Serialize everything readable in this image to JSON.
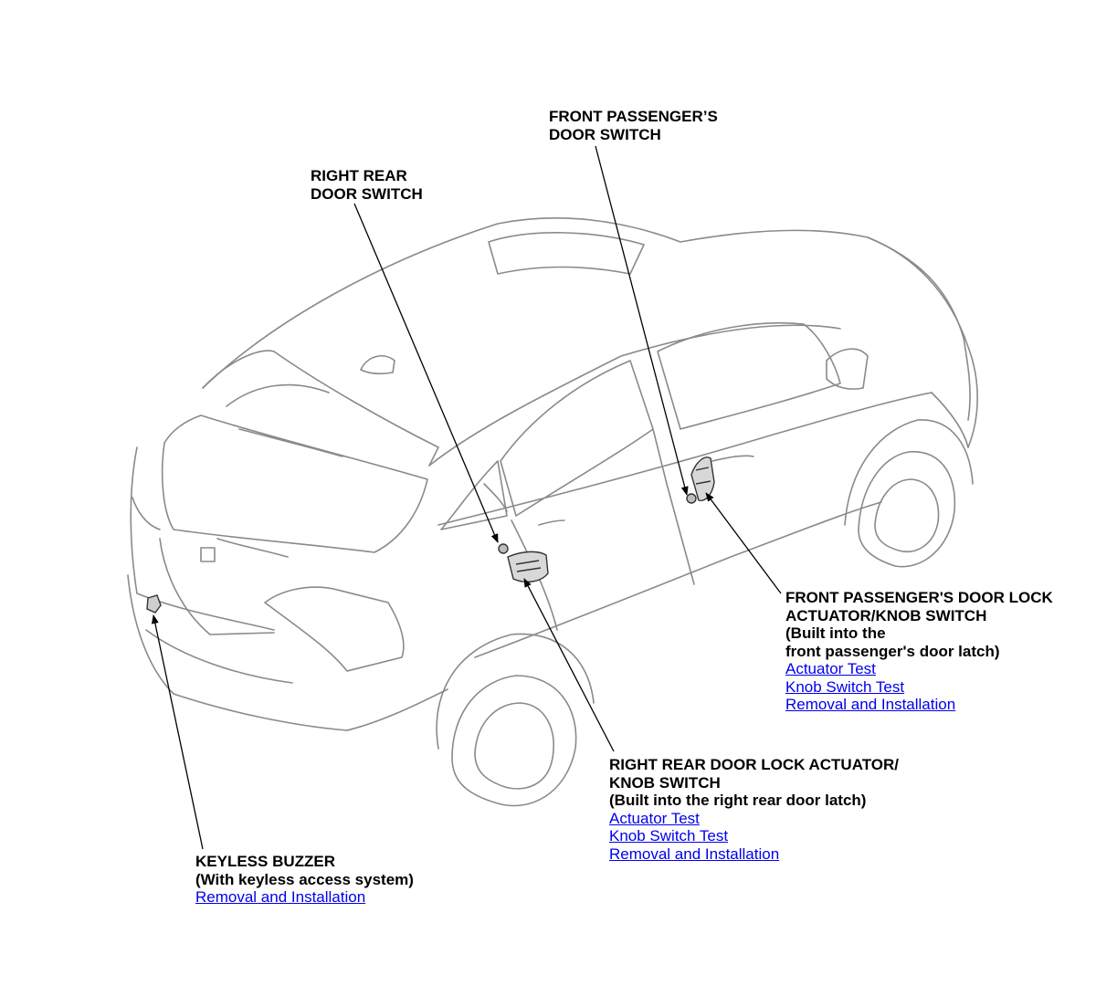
{
  "callouts": {
    "front_passenger_door_switch": {
      "lines": [
        "FRONT PASSENGER’S",
        "DOOR SWITCH"
      ]
    },
    "right_rear_door_switch": {
      "lines": [
        "RIGHT REAR",
        "DOOR SWITCH"
      ]
    },
    "front_passenger_door_lock_actuator": {
      "lines": [
        "FRONT PASSENGER'S DOOR LOCK",
        "ACTUATOR/KNOB SWITCH",
        "(Built into the",
        "front passenger's door latch)"
      ],
      "links": [
        "Actuator Test",
        "Knob Switch Test",
        "Removal and Installation"
      ]
    },
    "right_rear_door_lock_actuator": {
      "lines": [
        "RIGHT REAR DOOR LOCK ACTUATOR/",
        "KNOB SWITCH",
        "(Built into the right rear door latch)"
      ],
      "links": [
        "Actuator Test",
        "Knob Switch Test",
        "Removal and Installation"
      ]
    },
    "keyless_buzzer": {
      "lines": [
        "KEYLESS BUZZER",
        "(With keyless access system)"
      ],
      "links": [
        "Removal and Installation"
      ]
    }
  },
  "colors": {
    "link": "#0000ee",
    "outline": "#8a8a8a",
    "leader": "#000000"
  }
}
